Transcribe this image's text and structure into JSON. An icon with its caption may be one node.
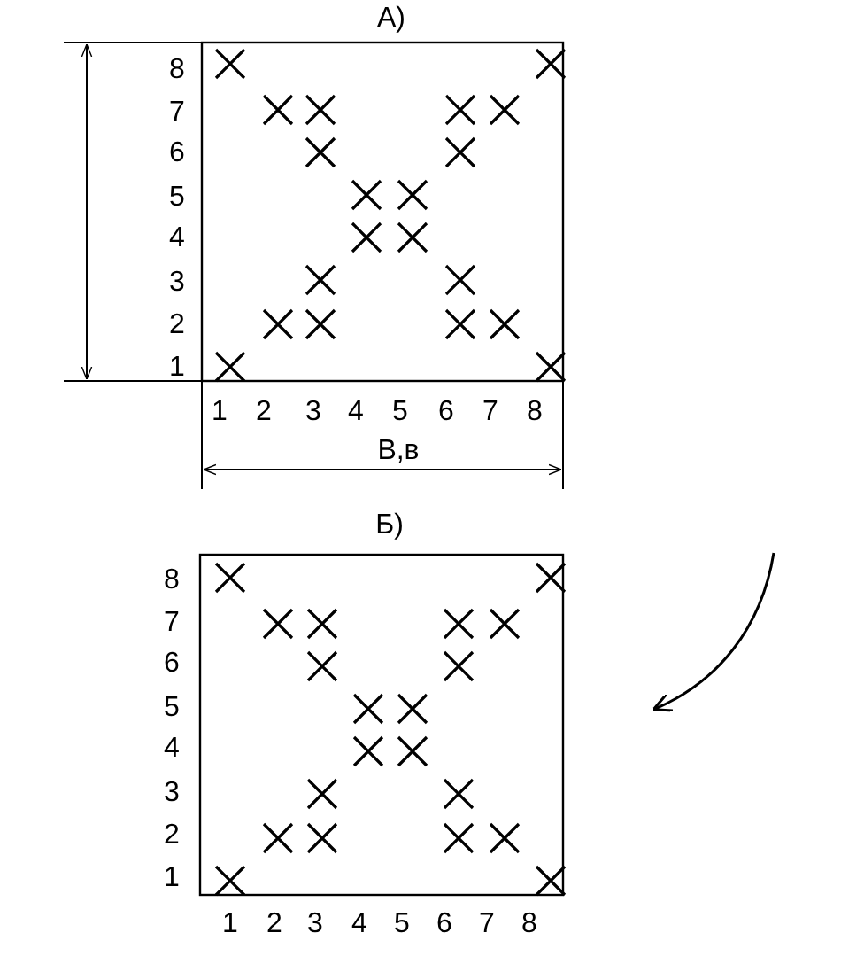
{
  "diagram": {
    "labels": [
      "А)",
      "8",
      "7",
      "6",
      "5",
      "4",
      "3",
      "2",
      "1",
      "1",
      "2",
      "3",
      "4",
      "5",
      "6",
      "7",
      "8",
      "В,в",
      "Б)",
      "8",
      "7",
      "6",
      "5",
      "4",
      "3",
      "2",
      "1",
      "1",
      "2",
      "3",
      "4",
      "5",
      "6",
      "7",
      "8"
    ]
  }
}
